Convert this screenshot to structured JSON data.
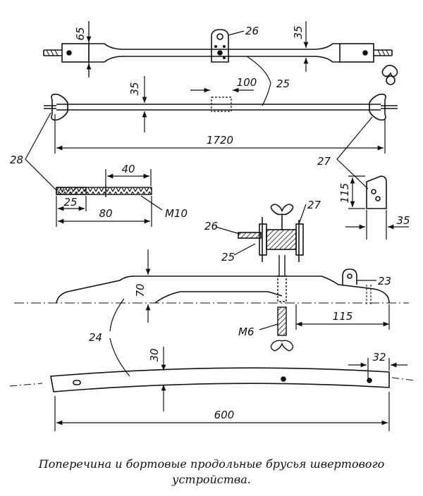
{
  "dimensions": {
    "d65": "65",
    "d35_top": "35",
    "d35_mid": "35",
    "d100": "100",
    "d1720": "1720",
    "d40": "40",
    "d25": "25",
    "d80": "80",
    "d115_vert": "115",
    "d35_right": "35",
    "d70": "70",
    "d115_horiz": "115",
    "d30": "30",
    "d32": "32",
    "d600": "600"
  },
  "labels": {
    "p26_top": "26",
    "p25_top": "25",
    "p27_right": "27",
    "p28": "28",
    "m10": "M10",
    "p26_mid": "26",
    "p25_mid": "25",
    "p27_mid": "27",
    "p23": "23",
    "p24": "24",
    "m6": "M6"
  },
  "caption": {
    "line1": "Поперечина и бортовые продольные брусья швертового",
    "line2": "устройства."
  }
}
